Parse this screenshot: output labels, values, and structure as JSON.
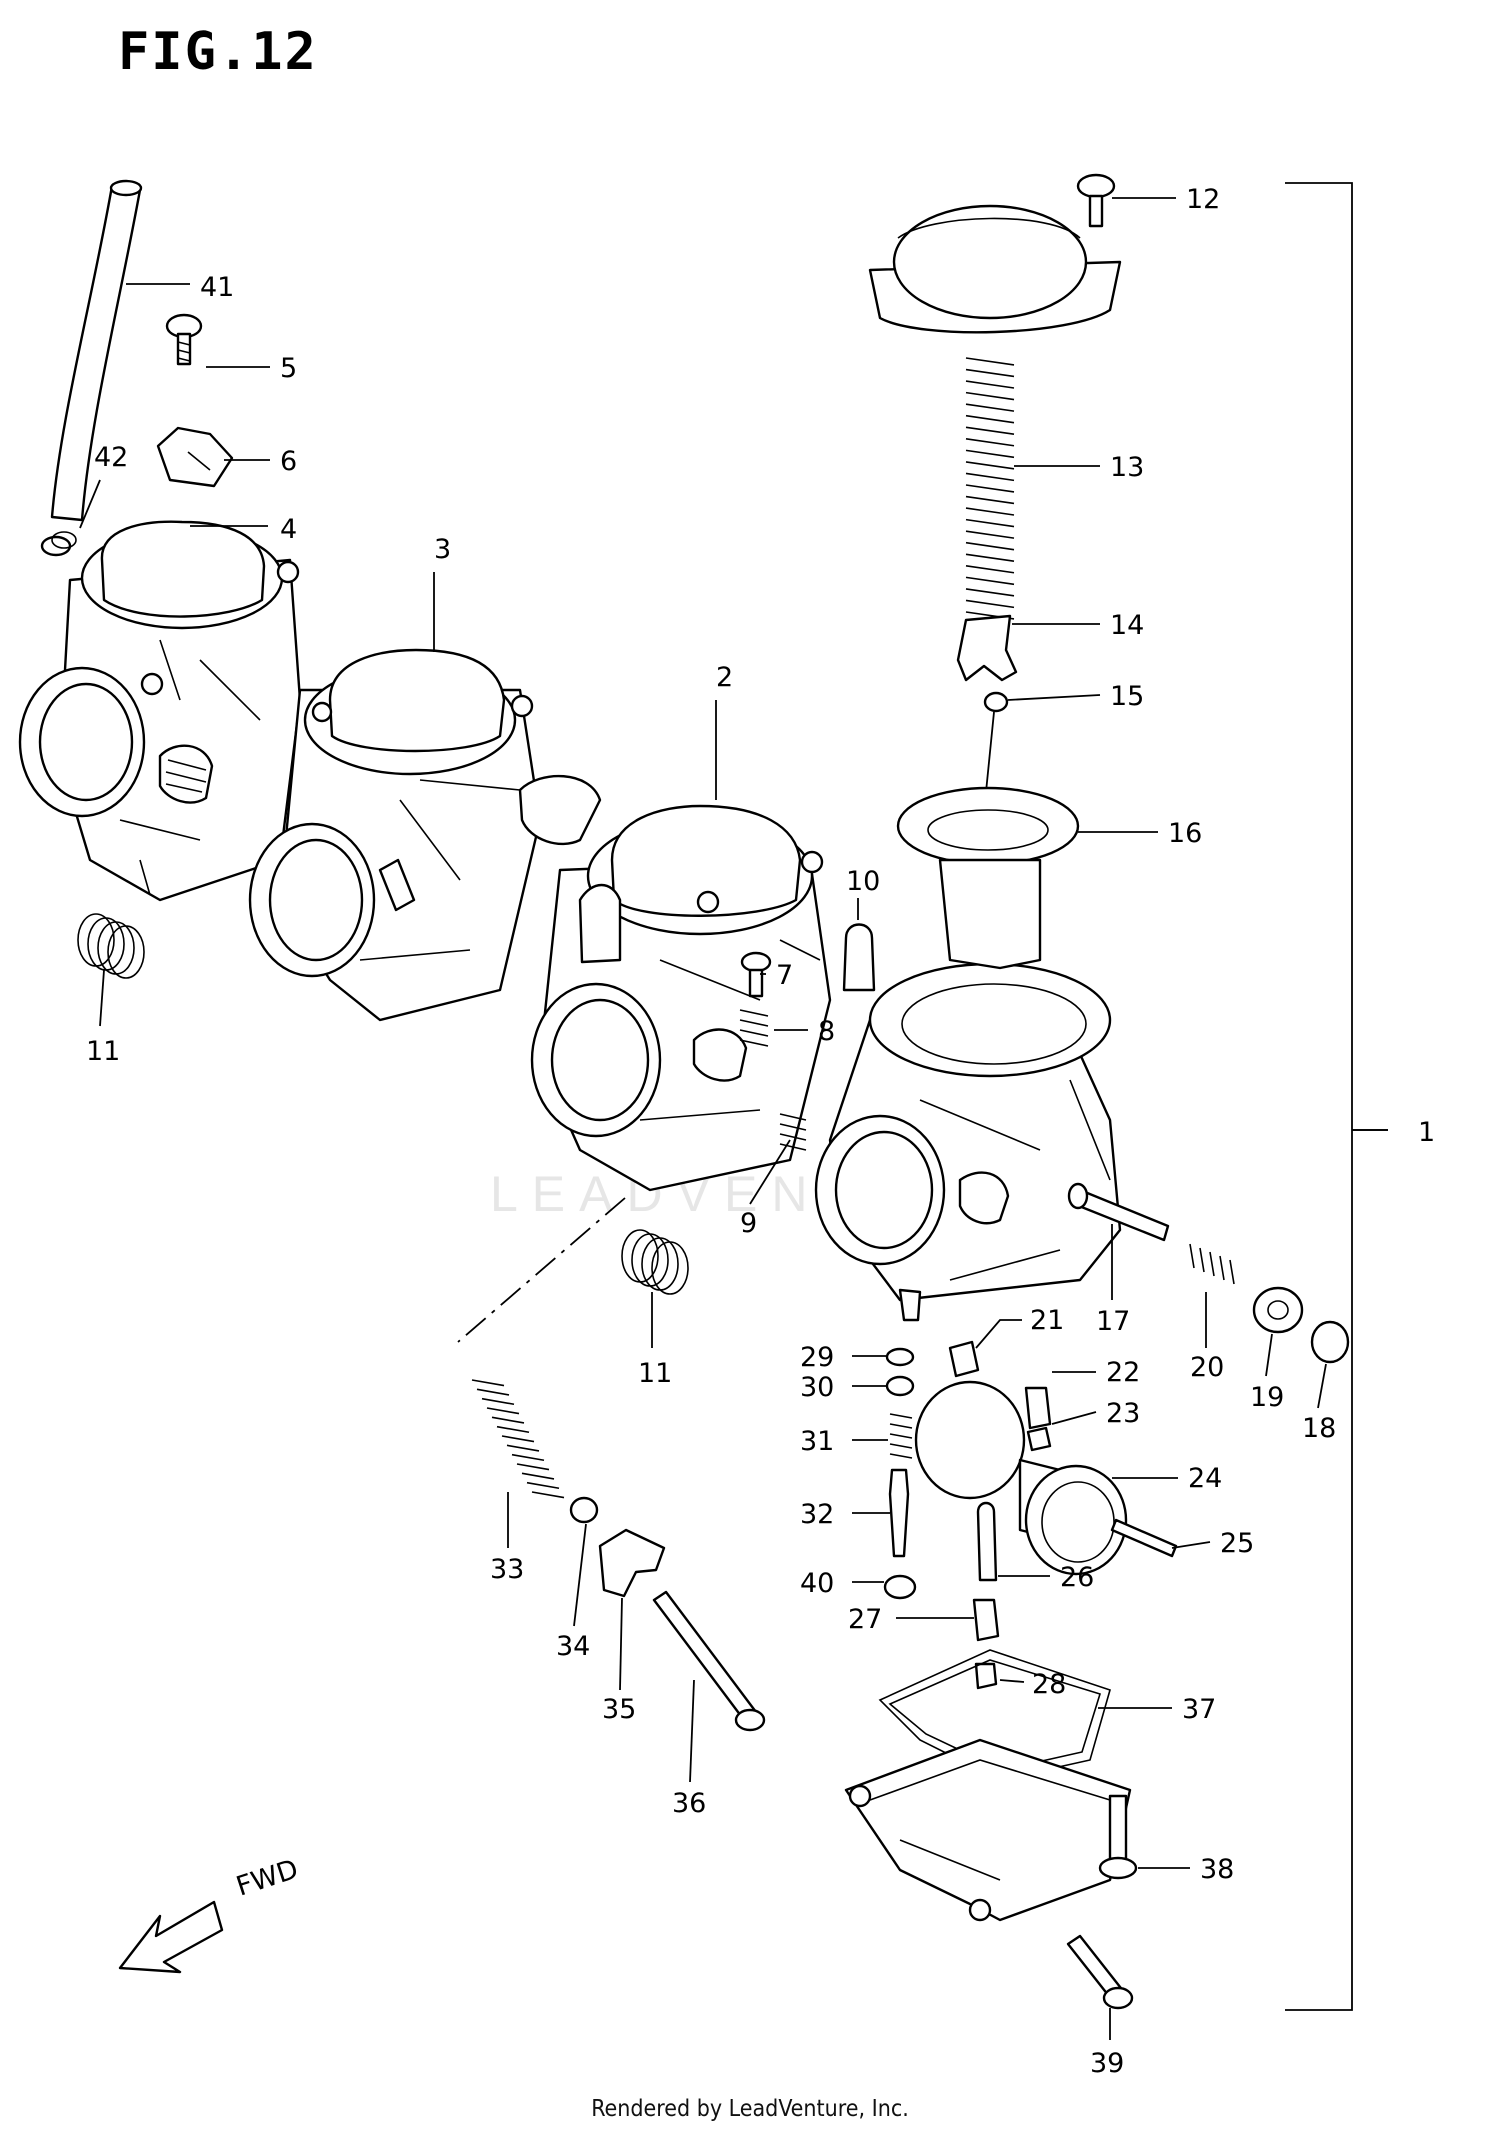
{
  "figure": {
    "title": "FIG.12"
  },
  "direction": {
    "label": "FWD"
  },
  "watermark": "LEADVENT",
  "footer": "Rendered by LeadVenture, Inc.",
  "callouts": [
    "1",
    "2",
    "3",
    "4",
    "5",
    "6",
    "7",
    "8",
    "9",
    "10",
    "11",
    "11",
    "12",
    "13",
    "14",
    "15",
    "16",
    "17",
    "18",
    "19",
    "20",
    "21",
    "22",
    "23",
    "24",
    "25",
    "26",
    "27",
    "28",
    "29",
    "30",
    "31",
    "32",
    "33",
    "34",
    "35",
    "36",
    "37",
    "38",
    "39",
    "40",
    "41",
    "42"
  ]
}
